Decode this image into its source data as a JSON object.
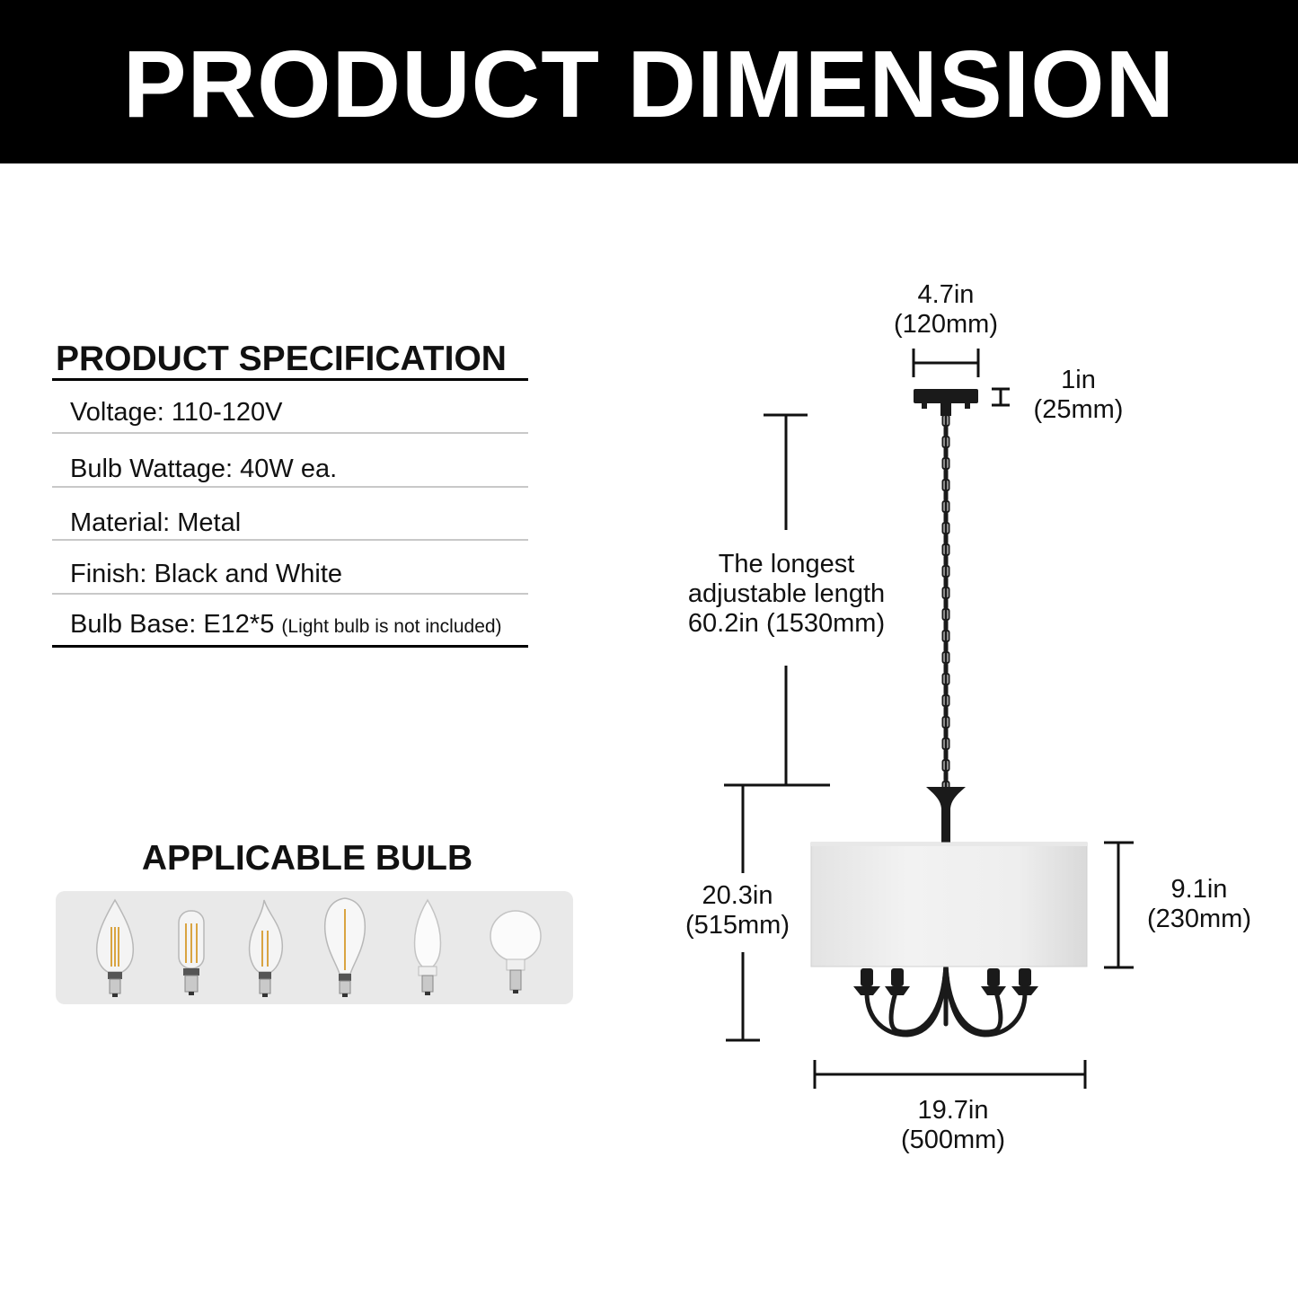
{
  "banner": {
    "title": "PRODUCT DIMENSION"
  },
  "specification": {
    "title": "PRODUCT SPECIFICATION",
    "rows": [
      {
        "text": "Voltage: 110-120V",
        "note": ""
      },
      {
        "text": "Bulb Wattage: 40W ea.",
        "note": ""
      },
      {
        "text": "Material: Metal",
        "note": ""
      },
      {
        "text": "Finish: Black and White",
        "note": ""
      },
      {
        "text": "Bulb Base: E12*5",
        "note": "(Light bulb is not included)"
      }
    ]
  },
  "applicable_bulb": {
    "title": "APPLICABLE BULB",
    "bulbs": [
      "candle-filament-bulb-icon",
      "tubular-filament-bulb-icon",
      "flame-tip-filament-bulb-icon",
      "st-edison-bulb-icon",
      "led-candle-bulb-icon",
      "led-globe-bulb-icon"
    ]
  },
  "dimensions": {
    "canopy_width": {
      "line1": "4.7in",
      "line2": "(120mm)"
    },
    "canopy_height": {
      "line1": "1in",
      "line2": "(25mm)"
    },
    "chain_length": {
      "line1": "The longest",
      "line2": "adjustable length",
      "line3": "60.2in (1530mm)"
    },
    "body_height": {
      "line1": "20.3in",
      "line2": "(515mm)"
    },
    "shade_height": {
      "line1": "9.1in",
      "line2": "(230mm)"
    },
    "shade_width": {
      "line1": "19.7in",
      "line2": "(500mm)"
    }
  },
  "colors": {
    "banner": "#000000",
    "shade": "#eeeeee",
    "metal": "#1a1a1a",
    "bulb_panel": "#e9e9e9"
  }
}
